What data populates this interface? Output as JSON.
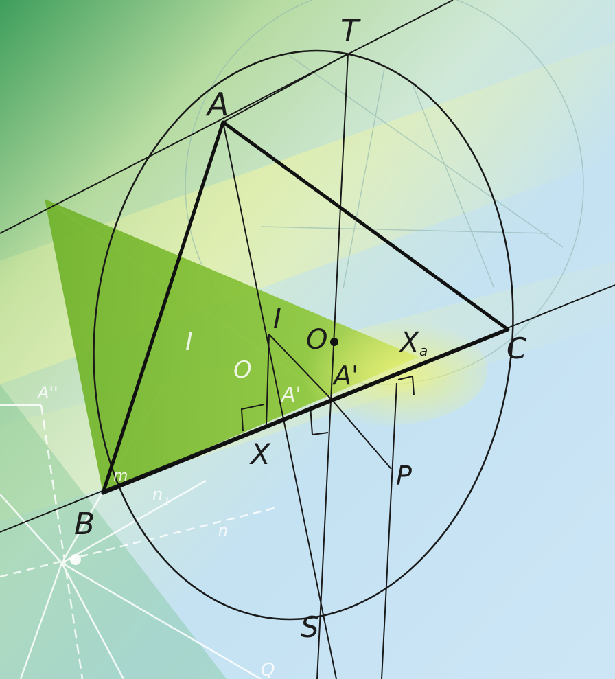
{
  "diagram": {
    "points": {
      "A": "A",
      "B": "B",
      "C": "C",
      "T": "T",
      "S": "S",
      "O": "O",
      "I": "I",
      "X": "X",
      "A_prime": "A'",
      "X_a_main": "X",
      "X_a_sub": "a",
      "P": "P"
    },
    "background_labels": {
      "bg_I": "I",
      "bg_O": "O",
      "bg_A": "A'",
      "bg_A_top": "A''",
      "bg_m": "m",
      "bg_n": "n",
      "bg_n1_main": "n",
      "bg_n1_sub": "1",
      "bg_Q": "Q"
    },
    "colors": {
      "ink": "#1a1a1a",
      "green_fill": "#7dba2a",
      "yellow_glow": "#e6f06a",
      "sky": "#bfe0f2",
      "green_corner": "#4aa66a"
    }
  }
}
